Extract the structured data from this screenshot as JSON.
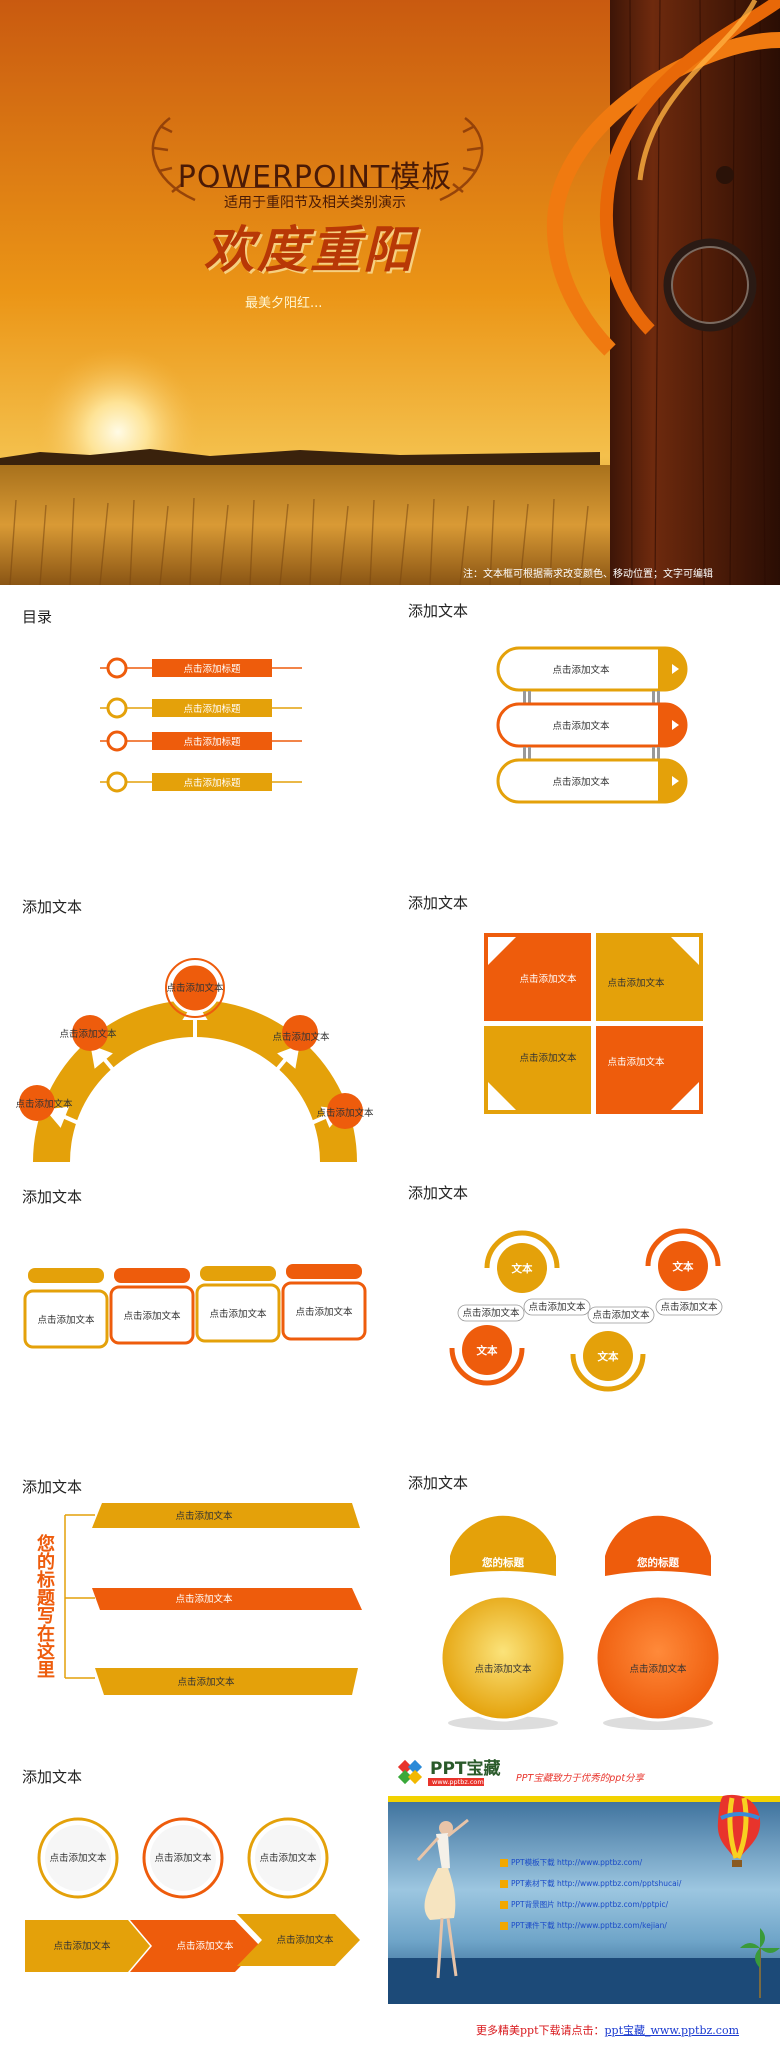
{
  "cover": {
    "title": "POWERPOINT模板",
    "subtitle": "适用于重阳节及相关类别演示",
    "main": "欢度重阳",
    "tagline": "最美夕阳红...",
    "note": "注：文本框可根据需求改变颜色、移动位置；文字可编辑"
  },
  "s2": {
    "title": "目录",
    "items": [
      "点击添加标题",
      "点击添加标题",
      "点击添加标题",
      "点击添加标题"
    ]
  },
  "s3": {
    "title": "添加文本",
    "items": [
      "点击添加文本",
      "点击添加文本",
      "点击添加文本"
    ]
  },
  "s4": {
    "title": "添加文本",
    "items": [
      "点击添加文本",
      "点击添加文本",
      "点击添加文本",
      "点击添加文本",
      "点击添加文本"
    ]
  },
  "s5": {
    "title": "添加文本",
    "items": [
      "点击添加文本",
      "点击添加文本",
      "点击添加文本",
      "点击添加文本"
    ]
  },
  "s6": {
    "title": "添加文本",
    "items": [
      "点击添加文本",
      "点击添加文本",
      "点击添加文本",
      "点击添加文本"
    ]
  },
  "s7": {
    "title": "添加文本",
    "circle": "文本",
    "items": [
      "点击添加文本",
      "点击添加文本",
      "点击添加文本",
      "点击添加文本"
    ]
  },
  "s8": {
    "title": "添加文本",
    "side": "您的标题写在这里",
    "items": [
      "点击添加文本",
      "点击添加文本",
      "点击添加文本"
    ]
  },
  "s9": {
    "title": "添加文本",
    "heading": "您的标题",
    "item": "点击添加文本"
  },
  "s10": {
    "title": "添加文本",
    "items": [
      "点击添加文本",
      "点击添加文本",
      "点击添加文本",
      "点击添加文本",
      "点击添加文本",
      "点击添加文本"
    ]
  },
  "ad": {
    "brand": "PPT宝藏",
    "brand_url": "www.pptbz.com",
    "slogan": "PPT宝藏致力于优秀的ppt分享",
    "links": [
      "PPT模板下载 http://www.pptbz.com/",
      "PPT素材下载 http://www.pptbz.com/pptshucai/",
      "PPT背景图片 http://www.pptbz.com/pptpic/",
      "PPT课件下载 http://www.pptbz.com/kejian/"
    ],
    "footer": "更多精美ppt下载请点击：",
    "footer_link": "ppt宝藏_www.pptbz.com"
  }
}
